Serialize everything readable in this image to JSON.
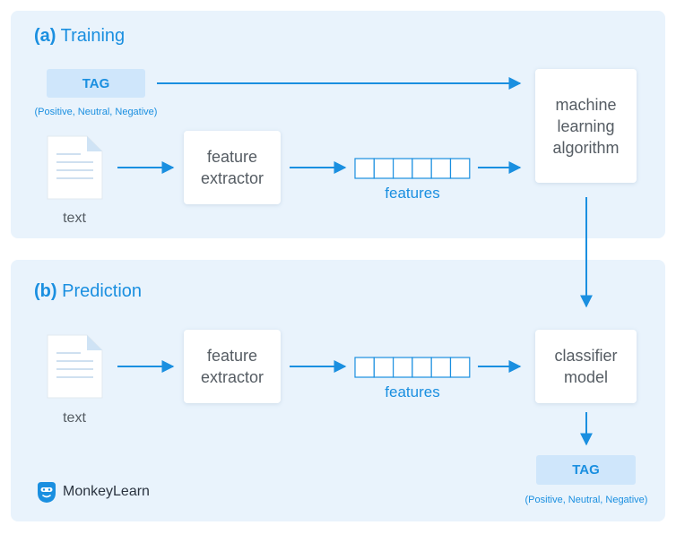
{
  "training": {
    "prefix": "(a)",
    "title": "Training",
    "tag_label": "TAG",
    "tag_note": "(Positive, Neutral, Negative)",
    "doc_label": "text",
    "extractor_label_1": "feature",
    "extractor_label_2": "extractor",
    "features_label": "features",
    "algorithm_label_1": "machine",
    "algorithm_label_2": "learning",
    "algorithm_label_3": "algorithm"
  },
  "prediction": {
    "prefix": "(b)",
    "title": "Prediction",
    "doc_label": "text",
    "extractor_label_1": "feature",
    "extractor_label_2": "extractor",
    "features_label": "features",
    "model_label_1": "classifier",
    "model_label_2": "model",
    "tag_label": "TAG",
    "tag_note": "(Positive, Neutral, Negative)"
  },
  "brand": {
    "name": "MonkeyLearn"
  },
  "colors": {
    "accent": "#1a8fe0",
    "panel": "#e9f3fc",
    "tag_bg": "#cfe6fb",
    "text": "#555c63"
  }
}
